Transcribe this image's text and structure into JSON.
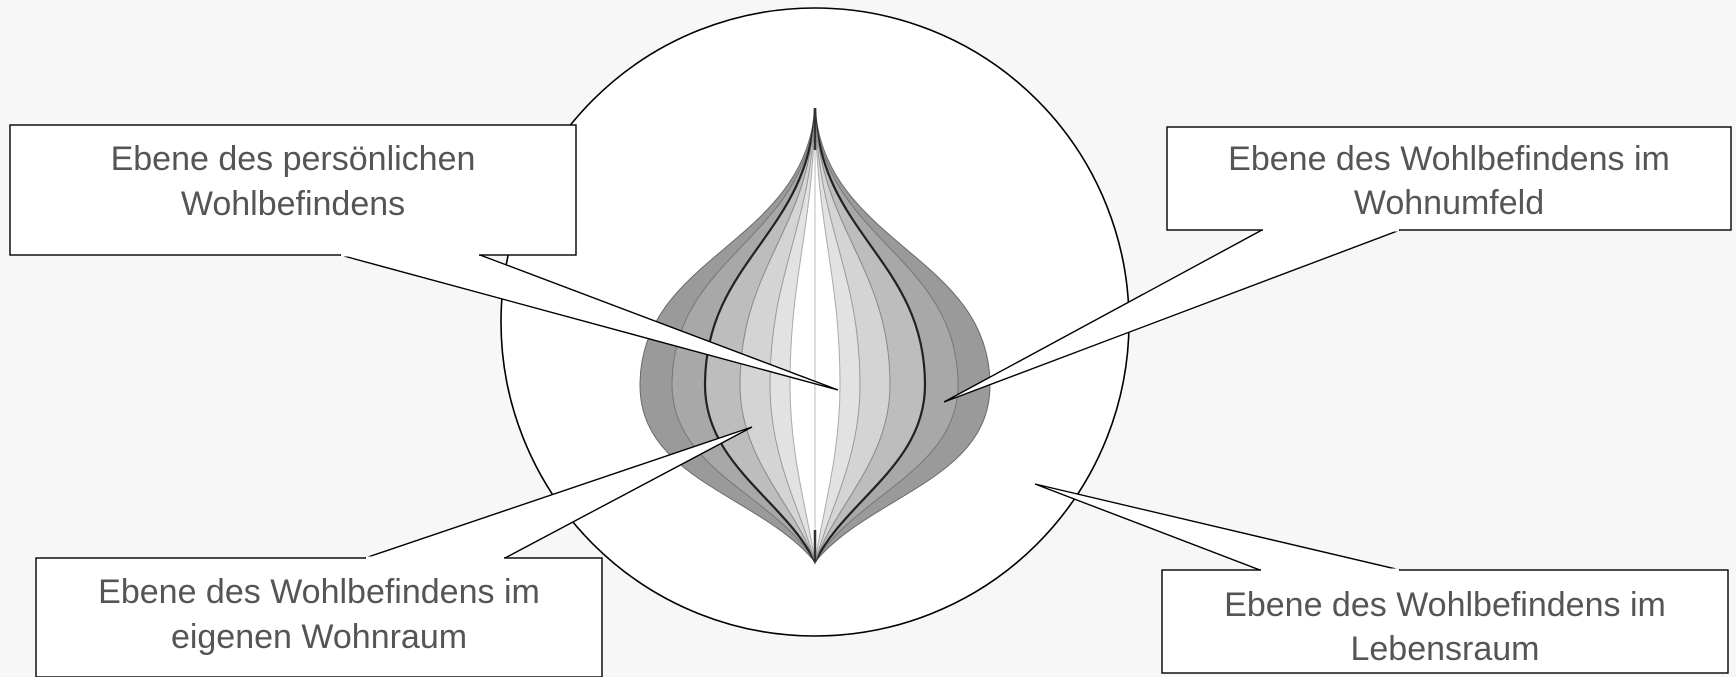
{
  "diagram": {
    "labels": {
      "personal": {
        "line1": "Ebene des persönlichen",
        "line2": "Wohlbefindens"
      },
      "environment": {
        "line1": "Ebene des Wohlbefindens im",
        "line2": "Wohnumfeld"
      },
      "own_space": {
        "line1": "Ebene des Wohlbefindens im",
        "line2": "eigenen Wohnraum"
      },
      "living_space": {
        "line1": "Ebene des Wohlbefindens im",
        "line2": "Lebensraum"
      }
    },
    "colors": {
      "background": "#f7f7f7",
      "circle_fill": "#ffffff",
      "outer_layer": "#9a9a9a",
      "middle_layer": "#b8b8b8",
      "inner_layer": "#d6d6d6",
      "core": "#ffffff",
      "text": "#555555",
      "stroke": "#000000"
    }
  }
}
